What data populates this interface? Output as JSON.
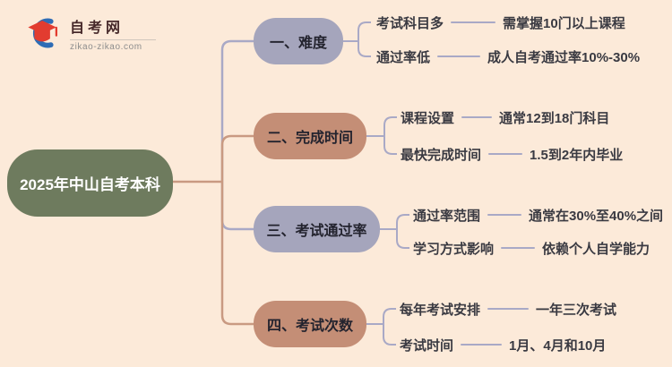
{
  "logo": {
    "site_name": "自考网",
    "domain": "zikao-zikao.com"
  },
  "root": {
    "label": "2025年中山自考本科"
  },
  "branches": [
    {
      "label": "一、难度",
      "items": [
        {
          "label": "考试科目多",
          "value": "需掌握10门以上课程"
        },
        {
          "label": "通过率低",
          "value": "成人自考通过率10%-30%"
        }
      ]
    },
    {
      "label": "二、完成时间",
      "items": [
        {
          "label": "课程设置",
          "value": "通常12到18门科目"
        },
        {
          "label": "最快完成时间",
          "value": "1.5到2年内毕业"
        }
      ]
    },
    {
      "label": "三、考试通过率",
      "items": [
        {
          "label": "通过率范围",
          "value": "通常在30%至40%之间"
        },
        {
          "label": "学习方式影响",
          "value": "依赖个人自学能力"
        }
      ]
    },
    {
      "label": "四、考试次数",
      "items": [
        {
          "label": "每年考试安排",
          "value": "一年三次考试"
        },
        {
          "label": "考试时间",
          "value": "1月、4月和10月"
        }
      ]
    }
  ],
  "colors": {
    "background": "#fcead9",
    "root_node": "#6e7b5e",
    "root_text": "#ffffff",
    "branch_gray": "#a5a5bc",
    "branch_tan": "#c48e76",
    "branch_text": "#23232e",
    "leaf_text": "#3a3a42",
    "line_purple": "#a9a9c6",
    "line_brown": "#c99a82",
    "logo_red": "#e23c30",
    "logo_blue": "#2e6cb5",
    "logo_title": "#46292a",
    "logo_domain": "#8d8d8d"
  }
}
